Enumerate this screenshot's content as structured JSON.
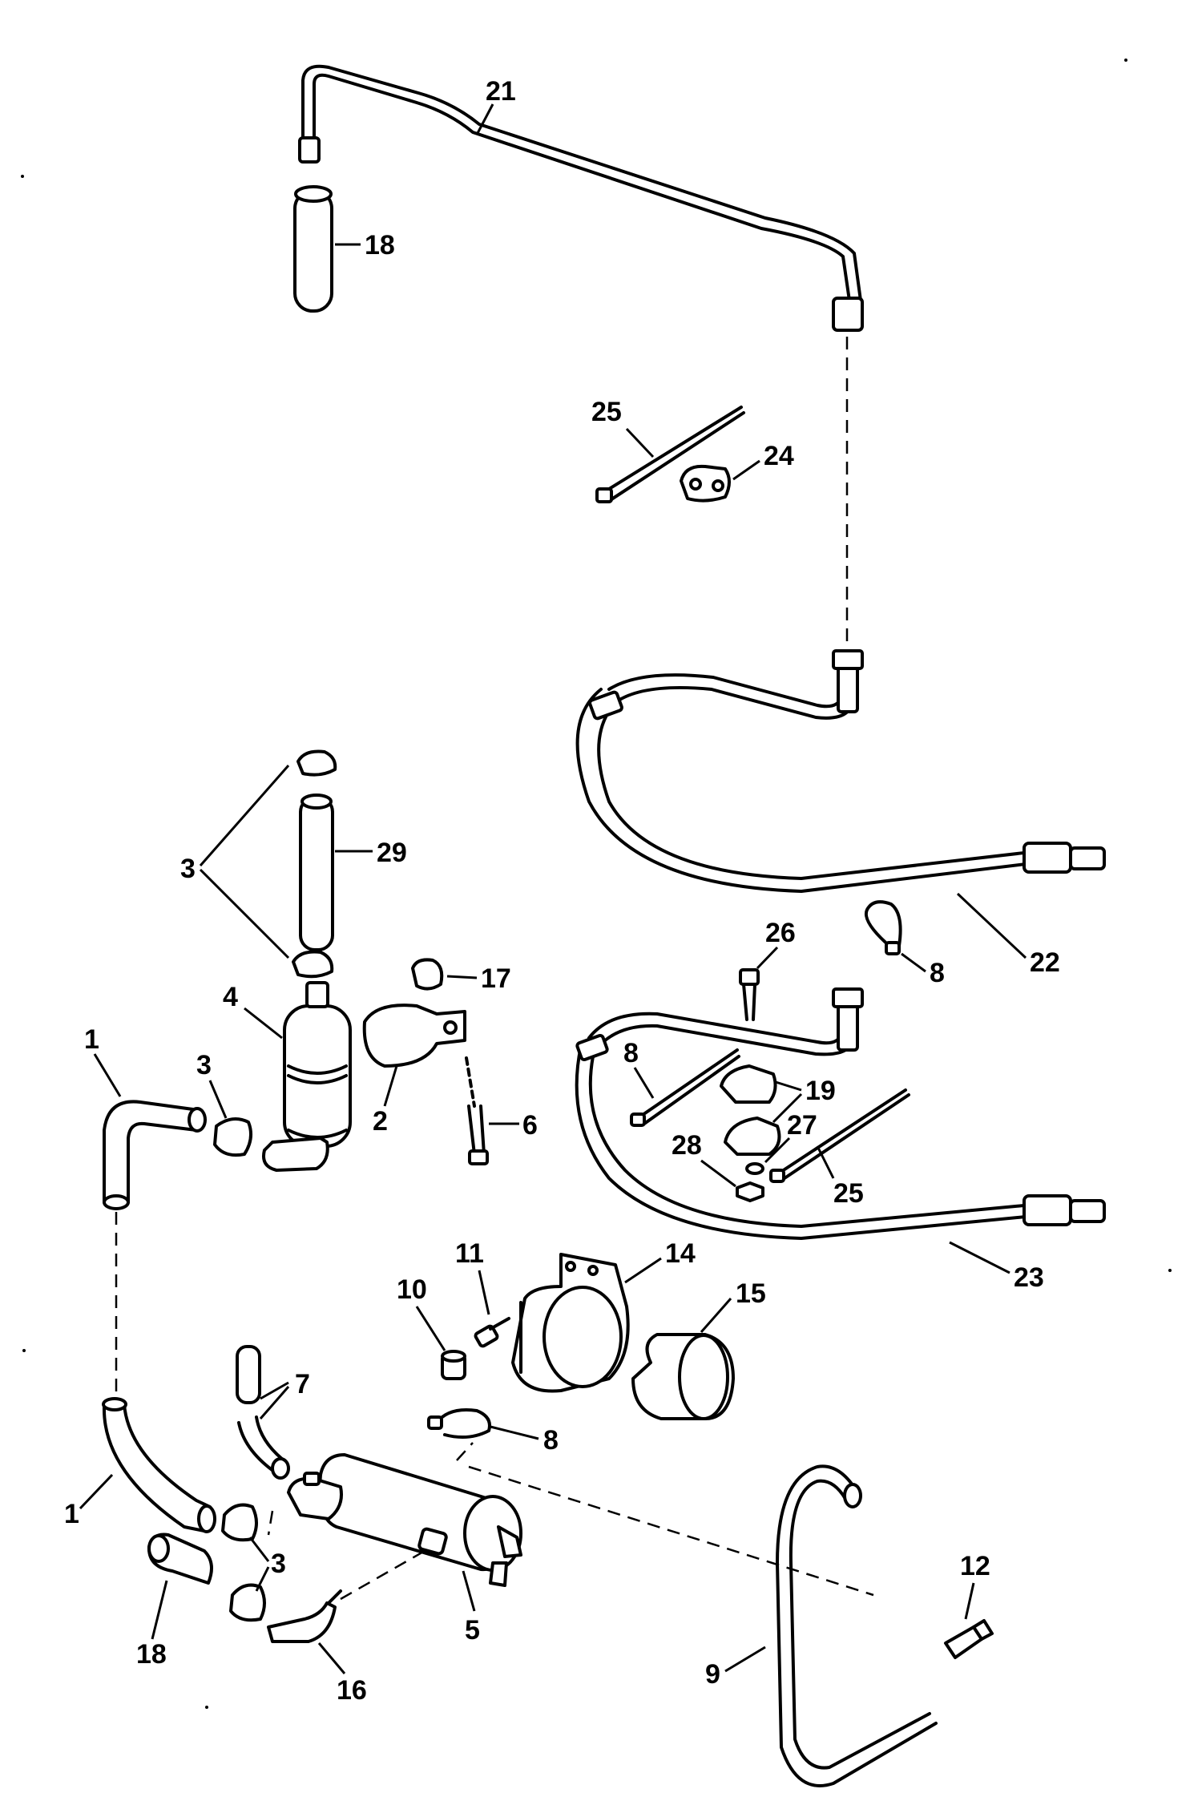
{
  "diagram": {
    "callouts": {
      "c21": "21",
      "c18a": "18",
      "c25a": "25",
      "c24": "24",
      "c3a": "3",
      "c29": "29",
      "c22": "22",
      "c26": "26",
      "c8a": "8",
      "c17": "17",
      "c4": "4",
      "c1a": "1",
      "c3b": "3",
      "c2": "2",
      "c6": "6",
      "c8b": "8",
      "c19": "19",
      "c27": "27",
      "c28": "28",
      "c25b": "25",
      "c23": "23",
      "c11": "11",
      "c14": "14",
      "c10": "10",
      "c15": "15",
      "c7": "7",
      "c8c": "8",
      "c1b": "1",
      "c3c": "3",
      "c12": "12",
      "c18b": "18",
      "c5": "5",
      "c9": "9",
      "c16": "16"
    }
  }
}
